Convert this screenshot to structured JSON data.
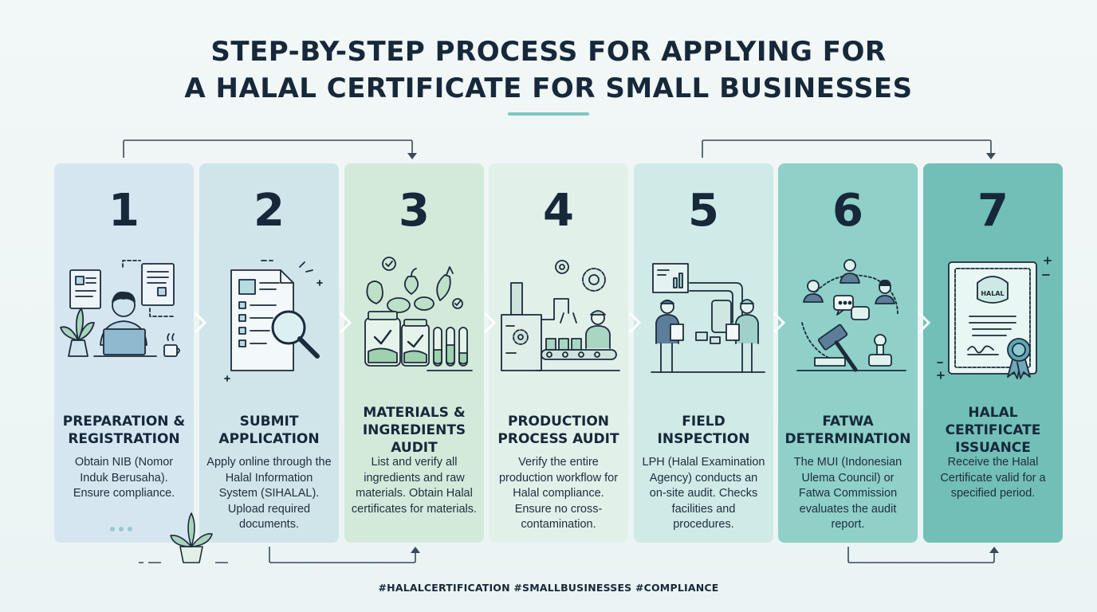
{
  "title_line1": "STEP-BY-STEP PROCESS FOR APPLYING FOR",
  "title_line2": "A HALAL CERTIFICATE FOR SMALL BUSINESSES",
  "colors": {
    "title": "#16283a",
    "accent_underline": "#7cc9c0",
    "connector": "#3a4a5a",
    "panel_1": "#d6e6f1",
    "panel_2": "#cfe5ea",
    "panel_3": "#d3eadb",
    "panel_4": "#e2f0ea",
    "panel_5": "#cfeae7",
    "panel_6": "#8fd0c8",
    "panel_7": "#72bfb8"
  },
  "steps": [
    {
      "number": "1",
      "title": "PREPARATION & REGISTRATION",
      "description": "Obtain NIB (Nomor Induk Berusaha). Ensure compliance.",
      "icon": "person-at-laptop-icon"
    },
    {
      "number": "2",
      "title": "SUBMIT APPLICATION",
      "description": "Apply online through the Halal Information System (SIHALAL). Upload required documents.",
      "icon": "document-magnifier-icon"
    },
    {
      "number": "3",
      "title": "MATERIALS & INGREDIENTS AUDIT",
      "description": "List and verify all ingredients and raw materials. Obtain Halal certificates for materials.",
      "icon": "ingredients-jars-icon"
    },
    {
      "number": "4",
      "title": "PRODUCTION PROCESS AUDIT",
      "description": "Verify the entire production workflow for Halal compliance. Ensure no cross-contamination.",
      "icon": "factory-conveyor-icon"
    },
    {
      "number": "5",
      "title": "FIELD INSPECTION",
      "description": "LPH (Halal Examination Agency) conducts an on-site audit. Checks facilities and procedures.",
      "icon": "inspectors-icon"
    },
    {
      "number": "6",
      "title": "FATWA DETERMINATION",
      "description": "The MUI (Indonesian Ulema Council) or Fatwa Commission evaluates the audit report.",
      "icon": "council-gavel-icon"
    },
    {
      "number": "7",
      "title": "HALAL CERTIFICATE ISSUANCE",
      "description": "Receive the Halal Certificate valid for a specified period.",
      "icon": "certificate-icon",
      "certificate_seal_text": "HALAL"
    }
  ],
  "hashtags": "#HALALCERTIFICATION #SMALLBUSINESSES #COMPLIANCE"
}
